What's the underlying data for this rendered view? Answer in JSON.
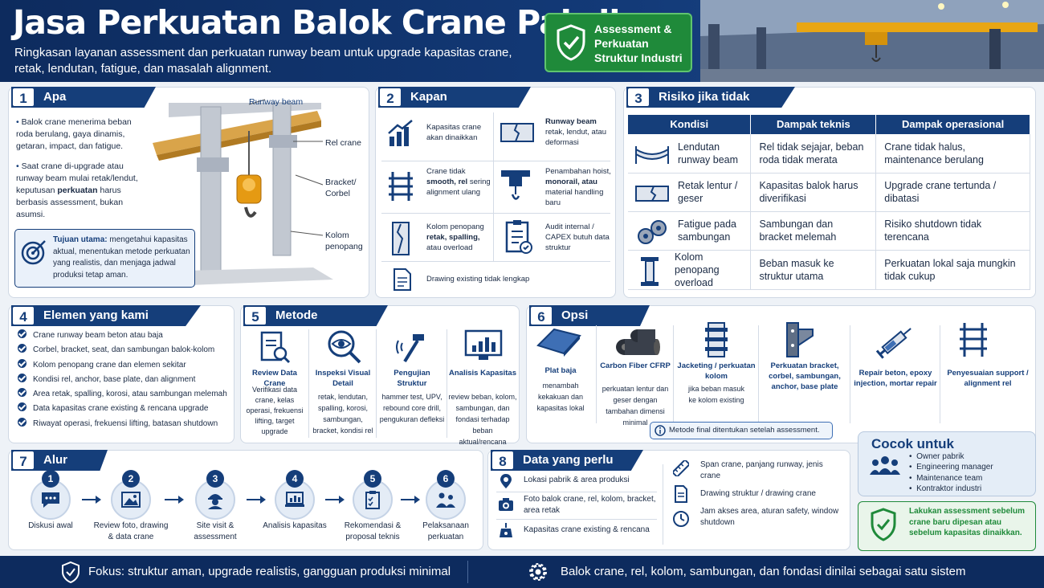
{
  "header": {
    "title": "Jasa Perkuatan Balok Crane Pabrik",
    "subtitle": "Ringkasan layanan assessment dan perkuatan runway beam untuk upgrade kapasitas crane, retak, lendutan, fatigue, dan masalah alignment.",
    "badge": "Assessment & Perkuatan Struktur Industri"
  },
  "s1": {
    "num": "1",
    "title": "Apa masalahnya?",
    "bullet1": "Balok crane menerima beban roda berulang, gaya dinamis, getaran, impact, dan fatigue.",
    "bullet2a": "Saat crane di-upgrade atau runway beam mulai retak/lendut, keputusan ",
    "bullet2b": "perkuatan",
    "bullet2c": " harus berbasis assessment, bukan asumsi.",
    "labels": [
      "Runway beam",
      "Rel crane",
      "Bracket/ Corbel",
      "Kolom penopang"
    ],
    "goal_bold": "Tujuan utama:",
    "goal_text": " mengetahui kapasitas aktual, menentukan metode perkuatan yang realistis, dan menjaga jadwal produksi tetap aman."
  },
  "s2": {
    "num": "2",
    "title": "Kapan dibutuhkan?",
    "items": [
      {
        "text": "Kapasitas crane akan dinaikkan",
        "icon": "bar-chart-up-icon"
      },
      {
        "bold": "Runway beam",
        "text": "retak, lendut, atau deformasi",
        "icon": "cracked-beam-icon"
      },
      {
        "pre": "Crane tidak ",
        "bold": "smooth, rel",
        "text": "sering alignment ulang",
        "icon": "rail-icon"
      },
      {
        "pre": "Penambahan hoist, ",
        "bold": "monorail, atau",
        "text": "material handling baru",
        "icon": "hoist-icon"
      },
      {
        "pre": "Kolom penopang ",
        "bold": "retak, spalling,",
        "text": "atau overload",
        "icon": "cracked-column-icon"
      },
      {
        "text": "Audit internal / CAPEX butuh data struktur",
        "icon": "checklist-icon"
      },
      {
        "text": "Drawing existing tidak lengkap",
        "icon": "document-icon"
      }
    ]
  },
  "s3": {
    "num": "3",
    "title": "Risiko jika tidak dicek",
    "headers": [
      "Kondisi",
      "Dampak teknis",
      "Dampak operasional"
    ],
    "rows": [
      [
        "Lendutan runway beam",
        "Rel tidak sejajar, beban roda tidak merata",
        "Crane tidak halus, maintenance berulang"
      ],
      [
        "Retak lentur / geser",
        "Kapasitas balok harus diverifikasi",
        "Upgrade crane tertunda / dibatasi"
      ],
      [
        "Fatigue pada sambungan",
        "Sambungan dan bracket melemah",
        "Risiko shutdown tidak terencana"
      ],
      [
        "Kolom penopang overload",
        "Beban masuk ke struktur utama",
        "Perkuatan lokal saja mungkin tidak cukup"
      ]
    ]
  },
  "s4": {
    "num": "4",
    "title": "Elemen yang kami assessment",
    "items": [
      "Crane runway beam beton atau baja",
      "Corbel, bracket, seat, dan sambungan balok-kolom",
      "Kolom penopang crane dan elemen sekitar",
      "Kondisi rel, anchor, base plate, dan alignment",
      "Area retak, spalling, korosi, atau sambungan melemah",
      "Data kapasitas crane existing & rencana upgrade",
      "Riwayat operasi, frekuensi lifting, batasan shutdown"
    ]
  },
  "s5": {
    "num": "5",
    "title": "Metode pemeriksaan",
    "items": [
      {
        "title": "Review Data Crane",
        "desc": "Verifikasi data crane, kelas operasi, frekuensi lifting, target upgrade"
      },
      {
        "title": "Inspeksi Visual Detail",
        "desc": "retak, lendutan, spalling, korosi, sambungan, bracket, kondisi rel"
      },
      {
        "title": "Pengujian Struktur",
        "desc": "hammer test, UPV, rebound core drill, pengukuran defleksi"
      },
      {
        "title": "Analisis Kapasitas",
        "desc": "review beban, kolom, sambungan, dan fondasi terhadap beban aktual/rencana"
      }
    ]
  },
  "s6": {
    "num": "6",
    "title": "Opsi perkuatan",
    "items": [
      {
        "title": "Plat baja",
        "desc": "menambah kekakuan dan kapasitas lokal"
      },
      {
        "title": "Carbon Fiber CFRP",
        "desc": "perkuatan lentur dan geser dengan tambahan dimensi minimal"
      },
      {
        "title": "Jacketing / perkuatan kolom",
        "desc": "jika beban masuk ke kolom existing"
      },
      {
        "title": "Perkuatan bracket, corbel, sambungan, anchor, base plate",
        "desc": ""
      },
      {
        "title": "Repair beton, epoxy injection, mortar repair",
        "desc": ""
      },
      {
        "title": "Penyesuaian support / alignment rel",
        "desc": ""
      }
    ],
    "note": "Metode final ditentukan  setelah assessment."
  },
  "s7": {
    "num": "7",
    "title": "Alur kerja",
    "steps": [
      {
        "n": "1",
        "label": "Diskusi awal"
      },
      {
        "n": "2",
        "label": "Review foto, drawing & data crane"
      },
      {
        "n": "3",
        "label": "Site visit & assessment"
      },
      {
        "n": "4",
        "label": "Analisis kapasitas"
      },
      {
        "n": "5",
        "label": "Rekomendasi & proposal teknis"
      },
      {
        "n": "6",
        "label": "Pelaksanaan perkuatan"
      }
    ]
  },
  "s8": {
    "num": "8",
    "title": "Data yang perlu dikirim",
    "left": [
      "Lokasi pabrik & area produksi",
      "Foto balok crane, rel, kolom, bracket, area retak",
      "Kapasitas crane existing & rencana"
    ],
    "right": [
      "Span crane, panjang runway, jenis crane",
      "Drawing struktur / drawing crane",
      "Jam akses area, aturan safety, window shutdown"
    ]
  },
  "cocok": {
    "title": "Cocok untuk",
    "items": [
      "Owner pabrik",
      "Engineering manager",
      "Maintenance team",
      "Kontraktor industri"
    ]
  },
  "advice": "Lakukan assessment sebelum crane baru dipesan atau sebelum kapasitas dinaikkan.",
  "footer": {
    "left": "Fokus: struktur aman, upgrade realistis, gangguan produksi minimal",
    "right": "Balok crane, rel, kolom, sambungan, dan fondasi dinilai sebagai satu sistem"
  },
  "colors": {
    "navy": "#153e7a",
    "green": "#1f8a3a",
    "accent": "#f0a81c"
  }
}
